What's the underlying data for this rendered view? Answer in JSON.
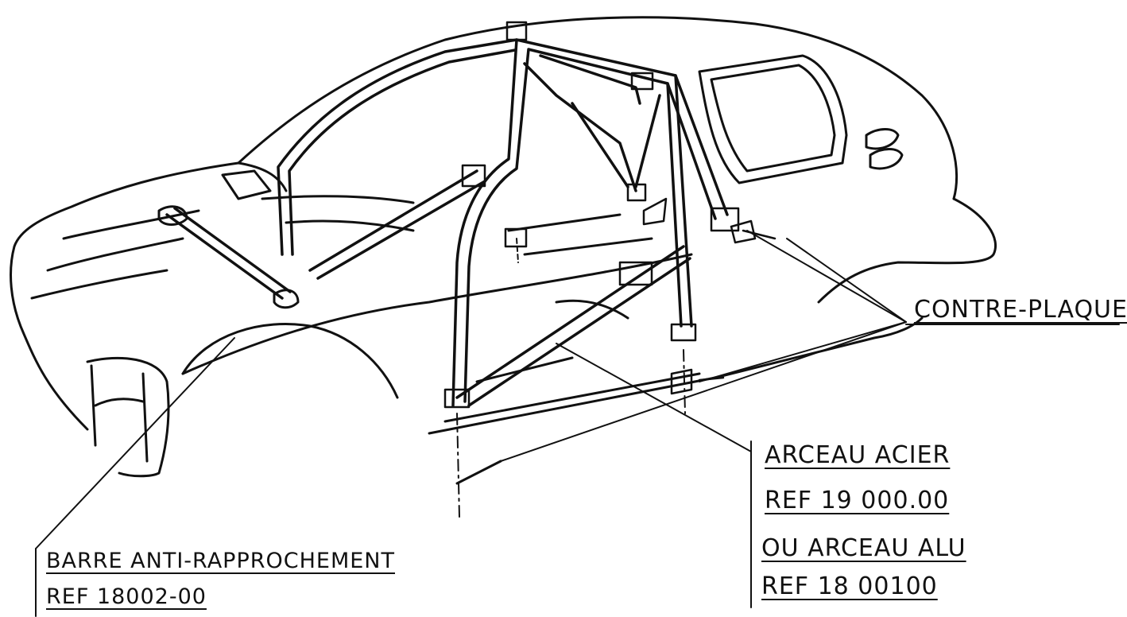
{
  "labels": {
    "contre_plaques": "CONTRE-PLAQUES",
    "arceau_acier": "ARCEAU ACIER",
    "ref_acier": "REF 19 000.00",
    "arceau_alu": "OU ARCEAU  ALU",
    "ref_alu": "REF 18 00100",
    "barre": "BARRE  ANTI-RAPPROCHEMENT",
    "ref_barre": "REF  18002-00"
  },
  "colors": {
    "ink": "#111111",
    "paper": "#ffffff"
  }
}
